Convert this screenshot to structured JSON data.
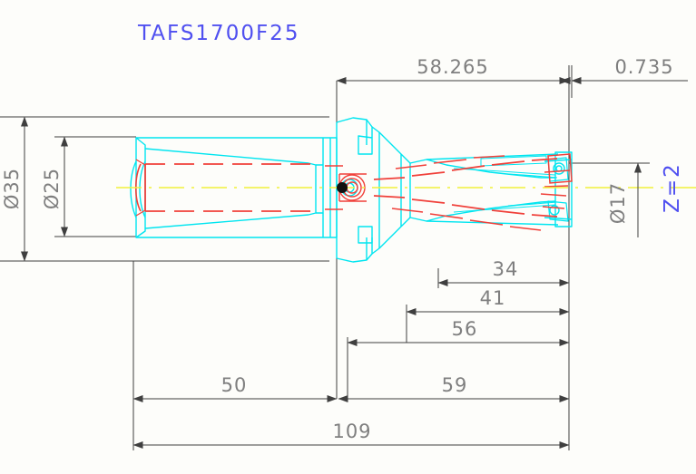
{
  "drawing": {
    "title_label": "TAFS1700F25",
    "flute_label": "Z=2",
    "colors": {
      "part_outline": "#00e5f0",
      "hidden_line": "#f0403a",
      "centerline": "#f2f23a",
      "dimension": "#3f3f3f",
      "dimension_text": "#7f7f7f",
      "annotation": "#5050f0",
      "background": "#fdfdfa"
    }
  },
  "dimensions": {
    "top": [
      {
        "name": "body-length",
        "value": "58.265"
      },
      {
        "name": "tip-protrusion",
        "value": "0.735"
      }
    ],
    "left_diameters": [
      {
        "name": "shank-flange-diameter",
        "value": "Ø35"
      },
      {
        "name": "shank-diameter",
        "value": "Ø25"
      }
    ],
    "right_diameters": [
      {
        "name": "drill-diameter",
        "value": "Ø17"
      }
    ],
    "bottom": [
      {
        "name": "flute-length-34",
        "value": "34"
      },
      {
        "name": "flute-length-41",
        "value": "41"
      },
      {
        "name": "body-length-56",
        "value": "56"
      },
      {
        "name": "shank-length-50",
        "value": "50"
      },
      {
        "name": "overhang-59",
        "value": "59"
      },
      {
        "name": "overall-length-109",
        "value": "109"
      }
    ]
  }
}
